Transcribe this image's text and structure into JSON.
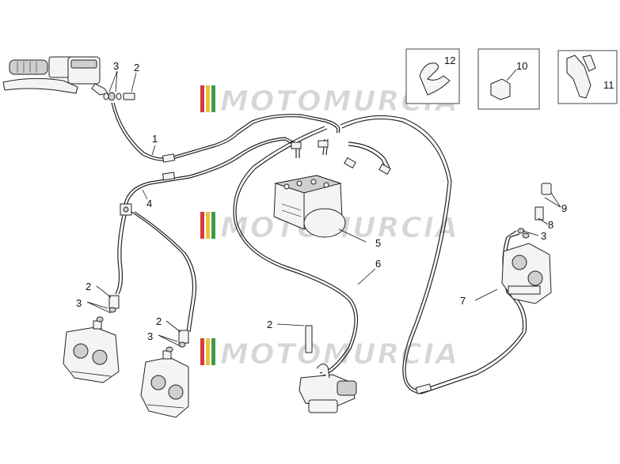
{
  "watermark": {
    "text": "MOTOMURCIA",
    "stripe_colors": [
      "#d83a3a",
      "#e8c33a",
      "#3f9a4a"
    ]
  },
  "callouts": {
    "c1": "1",
    "c2_top": "2",
    "c3_top": "3",
    "c4": "4",
    "c5": "5",
    "c6": "6",
    "c7": "7",
    "c8": "8",
    "c9": "9",
    "c3_right": "3",
    "c2_left": "2",
    "c3_left": "3",
    "c2_mid": "2",
    "c3_mid": "3",
    "c2_bottom": "2",
    "c10": "10",
    "c11": "11",
    "c12": "12"
  }
}
